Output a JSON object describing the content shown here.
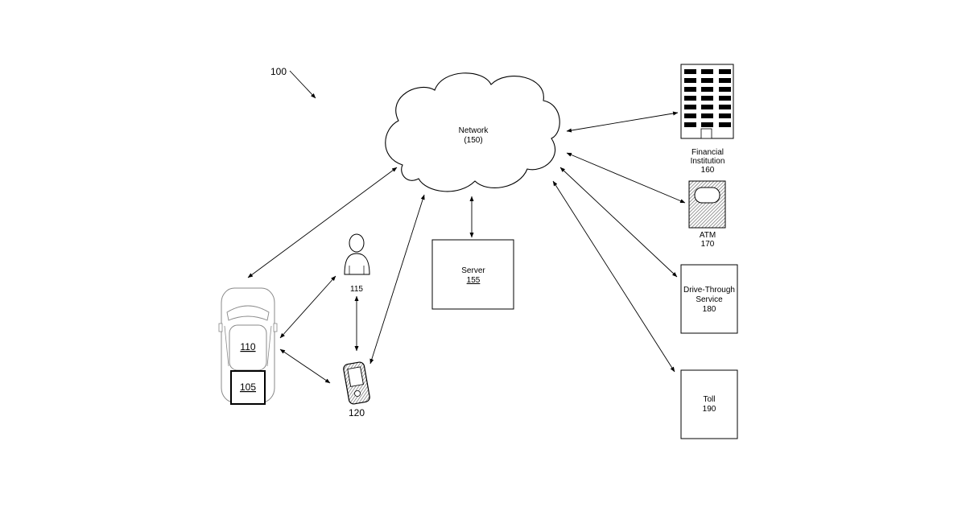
{
  "figure_ref": "100",
  "network": {
    "name": "Network",
    "ref": "(150)"
  },
  "server": {
    "name": "Server",
    "ref": "155"
  },
  "vehicle": {
    "ref": "110",
    "device_ref": "105"
  },
  "user": {
    "ref": "115"
  },
  "mobile_device": {
    "ref": "120"
  },
  "financial_institution": {
    "line1": "Financial",
    "line2": "Institution",
    "ref": "160"
  },
  "atm": {
    "name": "ATM",
    "ref": "170"
  },
  "drive_through": {
    "line1": "Drive-Through",
    "line2": "Service",
    "ref": "180"
  },
  "toll": {
    "name": "Toll",
    "ref": "190"
  },
  "colors": {
    "stroke": "#000000",
    "hatch": "#8a8a8a",
    "background": "#ffffff"
  }
}
